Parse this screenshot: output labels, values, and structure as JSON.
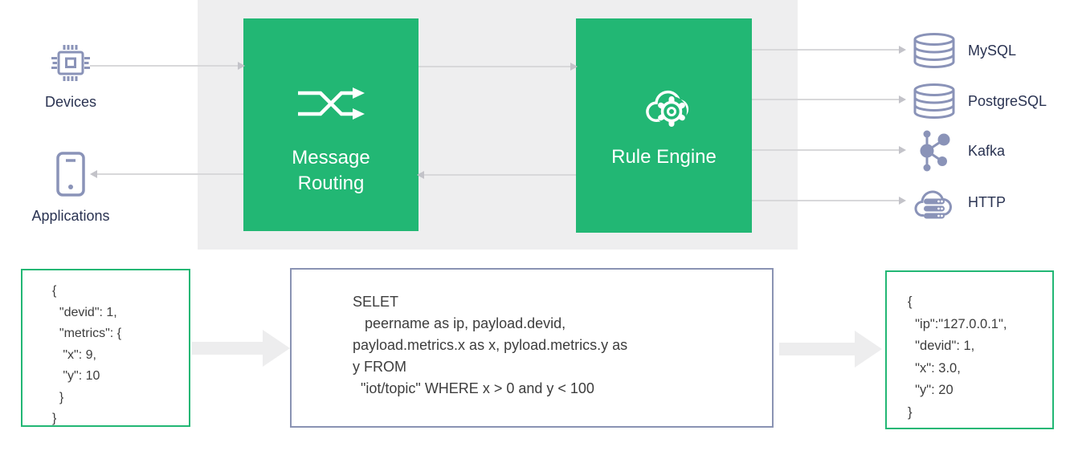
{
  "diagram": {
    "sources": [
      {
        "label": "Devices",
        "icon": "chip-icon"
      },
      {
        "label": "Applications",
        "icon": "smartphone-icon"
      }
    ],
    "stages": [
      {
        "label": "Message Routing",
        "icon": "shuffle-icon"
      },
      {
        "label": "Rule Engine",
        "icon": "cloud-gear-icon"
      }
    ],
    "sinks": [
      {
        "label": "MySQL",
        "icon": "database-icon"
      },
      {
        "label": "PostgreSQL",
        "icon": "database-icon"
      },
      {
        "label": "Kafka",
        "icon": "kafka-hub-icon"
      },
      {
        "label": "HTTP",
        "icon": "cloud-server-icon"
      }
    ]
  },
  "panels": {
    "input_json": {
      "text": "{\n  \"devid\": 1,\n  \"metrics\": {\n   \"x\": 9,\n   \"y\": 10\n  }\n}"
    },
    "sql": {
      "text": "SELET\n   peername as ip, payload.devid,\npayload.metrics.x as x, pyload.metrics.y as\ny FROM\n  \"iot/topic\" WHERE x > 0 and y < 100"
    },
    "output_json": {
      "text": "{\n  \"ip\":\"127.0.0.1\",\n  \"devid\": 1,\n  \"x\": 3.0,\n  \"y\": 20\n}"
    }
  },
  "colors": {
    "accent_green": "#22b774",
    "slate_icon": "#8a93b8",
    "slate_border": "#8a93b3",
    "label_navy": "#2a3352",
    "band_gray": "#eeeeef",
    "connector_gray": "#d8d8da",
    "fat_arrow_gray": "#ededee",
    "code_text": "#3d3d3d"
  }
}
